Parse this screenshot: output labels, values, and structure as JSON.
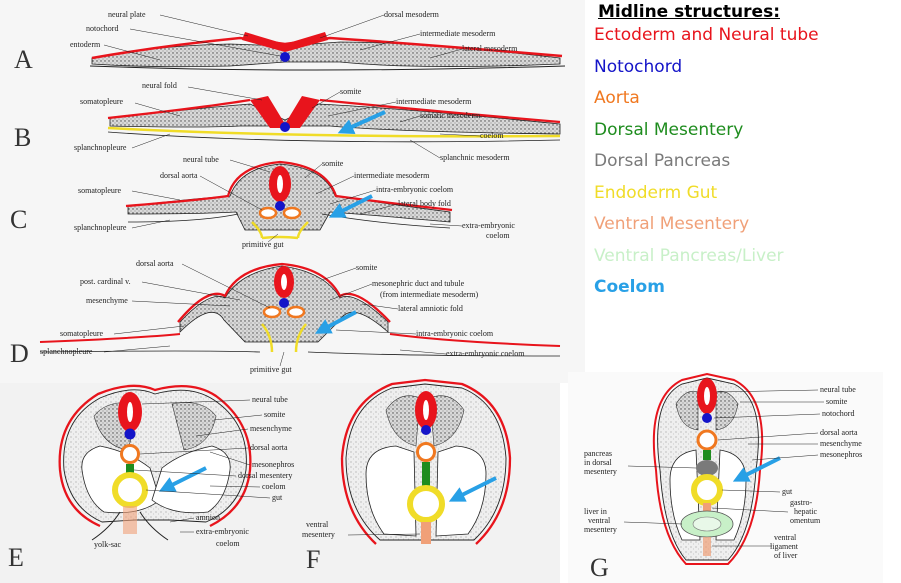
{
  "letters": {
    "A": "A",
    "B": "B",
    "C": "C",
    "D": "D",
    "E": "E",
    "F": "F",
    "G": "G"
  },
  "legend": {
    "title": "Midline structures:",
    "items": [
      {
        "label": "Ectoderm and Neural tube",
        "color": "#e8141c"
      },
      {
        "label": "Notochord",
        "color": "#1414c8"
      },
      {
        "label": "Aorta",
        "color": "#f07820"
      },
      {
        "label": "Dorsal Mesentery",
        "color": "#1e8c1e"
      },
      {
        "label": "Dorsal Pancreas",
        "color": "#7a7a7a"
      },
      {
        "label": "Endoderm  Gut",
        "color": "#f0dc28"
      },
      {
        "label": "Ventral Mesentery",
        "color": "#f0a078"
      },
      {
        "label": "Ventral Pancreas/Liver",
        "color": "#c8f0c8"
      },
      {
        "label": "Coelom",
        "color": "#28a0e6"
      }
    ]
  },
  "labels": {
    "A": {
      "neural_plate": "neural plate",
      "notochord": "notochord",
      "entoderm": "entoderm",
      "dorsal_mesoderm": "dorsal mesoderm",
      "intermediate_mesoderm": "intermediate mesoderm",
      "lateral_mesoderm": "lateral mesoderm"
    },
    "B": {
      "neural_fold": "neural fold",
      "somatopleure": "somatopleure",
      "somite": "somite",
      "intermediate_mesoderm": "intermediate mesoderm",
      "somatic_mesoderm": "somatic mesoderm",
      "coelom": "coelom",
      "splanchnopleure": "splanchnopleure",
      "splanchnic_mesoderm": "splanchnic mesoderm"
    },
    "C": {
      "neural_tube": "neural tube",
      "somite": "somite",
      "dorsal_aorta": "dorsal aorta",
      "intermediate_mesoderm": "intermediate mesoderm",
      "somatopleure": "somatopleure",
      "intra_coelom": "intra-embryonic coelom",
      "lateral_body_fold": "lateral body fold",
      "splanchnopleure": "splanchnopleure",
      "extra_embryonic": "extra-embryonic",
      "coelom": "coelom",
      "primitive_gut": "primitive gut"
    },
    "D": {
      "dorsal_aorta": "dorsal aorta",
      "somite": "somite",
      "post_cardinal": "post. cardinal v.",
      "mesonephric_1": "mesonephric duct and tubule",
      "mesonephric_2": "(from intermediate mesoderm)",
      "mesenchyme": "mesenchyme",
      "lateral_amniotic_fold": "lateral amniotic fold",
      "somatopleure": "somatopleure",
      "intra_coelom": "intra-embryonic coelom",
      "splanchnopleure": "splanchnopleure",
      "extra_coelom": "extra-embryonic coelom",
      "primitive_gut": "primitive gut"
    },
    "E": {
      "neural_tube": "neural tube",
      "somite": "somite",
      "mesenchyme": "mesenchyme",
      "dorsal_aorta": "dorsal aorta",
      "mesonephros": "mesonephros",
      "dorsal_mesentery": "dorsal mesentery",
      "coelom": "coelom",
      "gut": "gut",
      "amnion": "amnion",
      "extra_embryonic": "extra-embryonic",
      "coelom2": "coelom",
      "yolk_sac": "yolk-sac"
    },
    "F": {
      "ventral": "ventral",
      "mesentery": "mesentery"
    },
    "G": {
      "neural_tube": "neural tube",
      "somite": "somite",
      "notochord": "notochord",
      "dorsal_aorta": "dorsal aorta",
      "mesenchyme": "mesenchyme",
      "mesonephros": "mesonephros",
      "pancreas_1": "pancreas",
      "pancreas_2": "in dorsal",
      "pancreas_3": "mesentery",
      "gut": "gut",
      "gastro_1": "gastro-",
      "gastro_2": "hepatic",
      "gastro_3": "omentum",
      "liver_1": "liver in",
      "liver_2": "ventral",
      "liver_3": "mesentery",
      "ventral_1": "ventral",
      "ventral_2": "ligament",
      "ventral_3": "of liver"
    }
  }
}
